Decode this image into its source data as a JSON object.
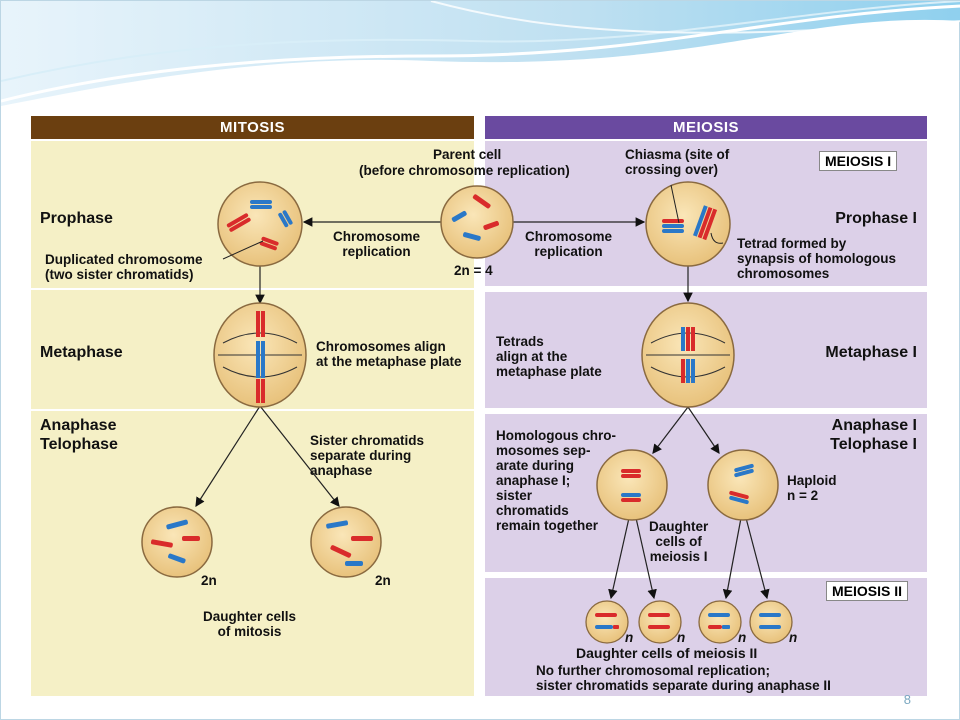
{
  "headers": {
    "mitosis": "MITOSIS",
    "meiosis": "MEIOSIS"
  },
  "sections": {
    "meiosis_one": "MEIOSIS I",
    "meiosis_two": "MEIOSIS II"
  },
  "stages_left": {
    "prophase": "Prophase",
    "metaphase": "Metaphase",
    "anaphase_telophase": "Anaphase\nTelophase"
  },
  "stages_right": {
    "prophase": "Prophase I",
    "metaphase": "Metaphase I",
    "anaphase_telophase": "Anaphase I\nTelophase I"
  },
  "labels": {
    "parent_cell": "Parent cell",
    "parent_cell_note": "(before chromosome replication)",
    "chiasma": "Chiasma (site of\ncrossing over)",
    "chromosome_replication_left": "Chromosome\nreplication",
    "chromosome_replication_right": "Chromosome\nreplication",
    "ploidy_parent": "2n = 4",
    "duplicated_chromosome": "Duplicated chromosome\n(two sister chromatids)",
    "tetrad_formed": "Tetrad formed by\nsynapsis of homologous\nchromosomes",
    "chromosomes_align": "Chromosomes align\nat the metaphase plate",
    "tetrads_align": "Tetrads\nalign at the\nmetaphase plate",
    "sister_chromatids_separate": "Sister chromatids\nseparate during\nanaphase",
    "homologous_separate": "Homologous chro-\nmosomes sep-\narate during\nanaphase I;\nsister\nchromatids\nremain together",
    "haploid": "Haploid\nn = 2",
    "daughter_cells_meiosis_one": "Daughter\ncells of\nmeiosis I",
    "ploidy_daughter_left": "2n",
    "ploidy_daughter_right": "2n",
    "daughter_cells_mitosis": "Daughter cells\nof mitosis",
    "n1": "n",
    "n2": "n",
    "n3": "n",
    "n4": "n",
    "daughter_cells_meiosis_two": "Daughter cells of meiosis II",
    "no_further_replication": "No further chromosomal replication;\nsister chromatids separate during anaphase II"
  },
  "page_number": "8",
  "colors": {
    "mitosis_header": "#6b3f10",
    "meiosis_header": "#6a4aa0",
    "mitosis_bg": "#f5f0c6",
    "meiosis_bg": "#dcd0e8",
    "cell_fill": "#f2d49a",
    "cell_stroke": "#8a6a40",
    "red_chromosome": "#d92b2b",
    "blue_chromosome": "#2a78c8"
  }
}
